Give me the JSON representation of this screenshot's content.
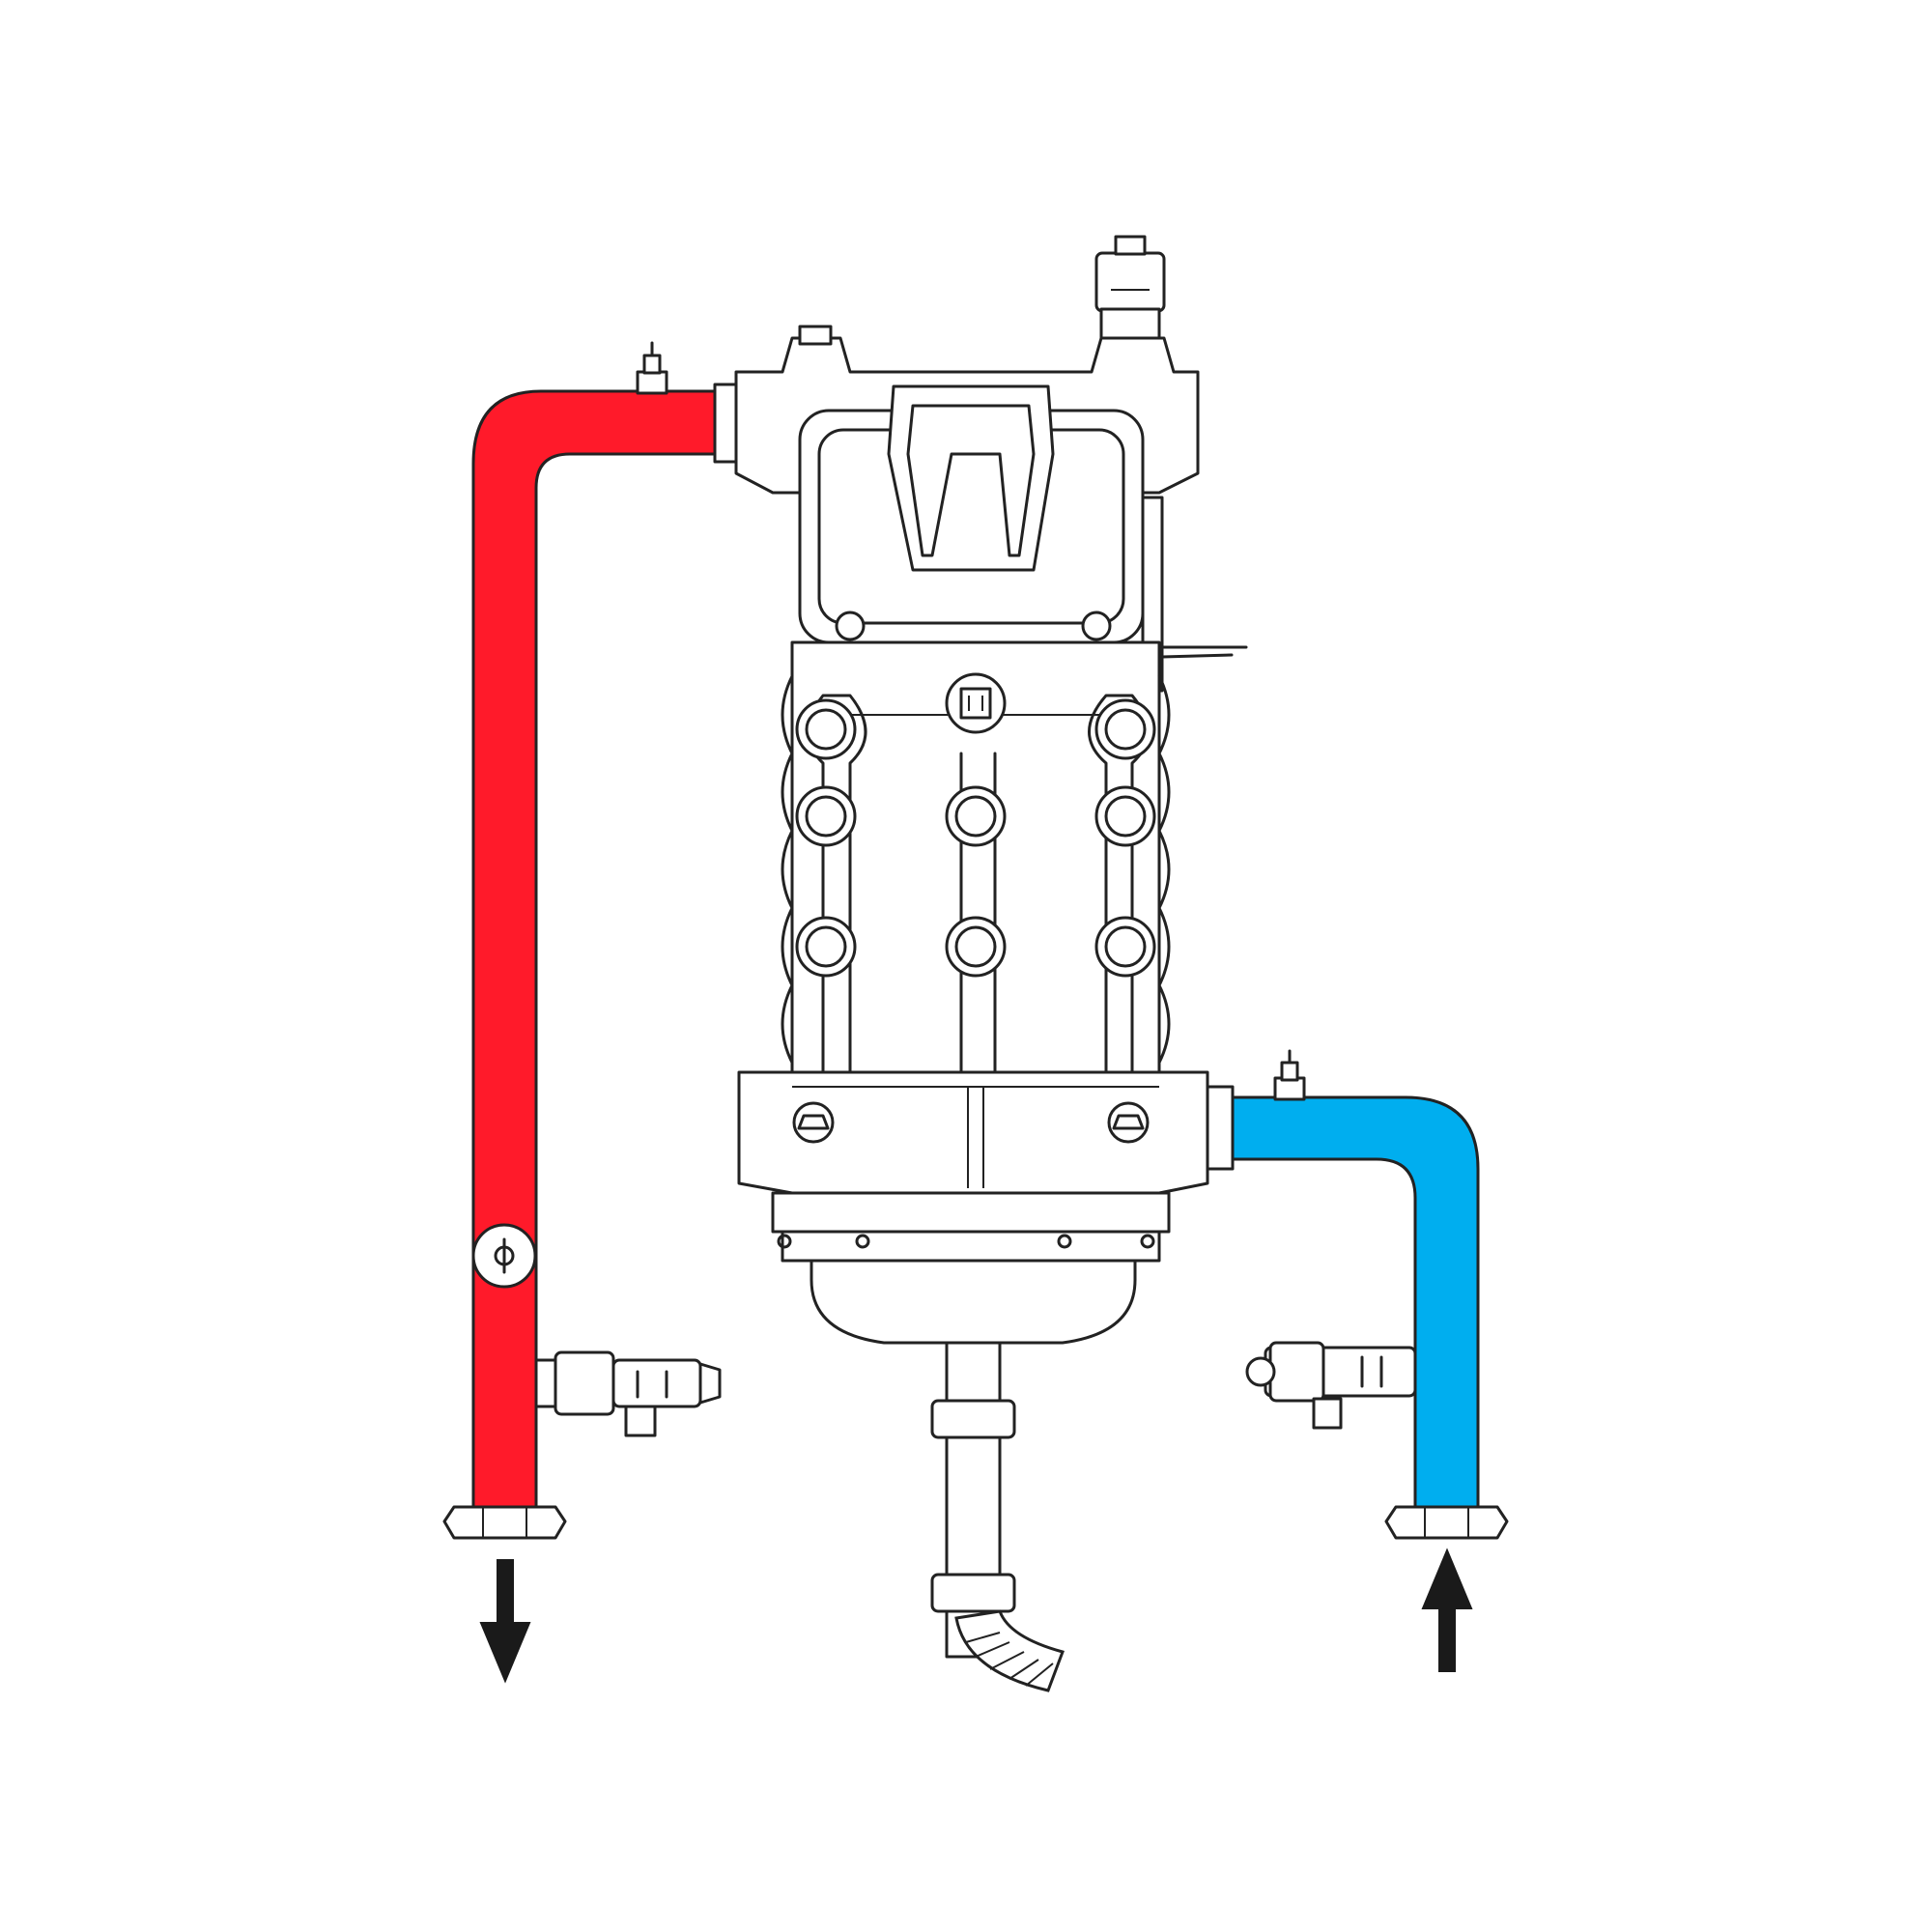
{
  "diagram": {
    "colors": {
      "hot_pipe": "#ff1a2a",
      "cold_pipe": "#00aeef",
      "outline": "#222222",
      "arrow": "#1a1a1a",
      "background": "#ffffff"
    },
    "elements": [
      "heater-unit",
      "hot-outlet-pipe",
      "cold-inlet-pipe",
      "outflow-arrow",
      "inflow-arrow",
      "drain-pipe",
      "flow-sensor"
    ],
    "icons": [
      "arrow-down-icon",
      "arrow-up-icon"
    ]
  }
}
